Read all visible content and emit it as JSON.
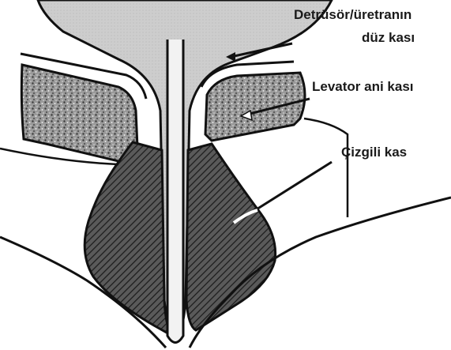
{
  "labels": {
    "detrusor_line1": "Detrüsör/üretranın",
    "detrusor_line2": "düz kası",
    "levator": "Levator ani kası",
    "striated": "Çizgili kas"
  },
  "colors": {
    "smooth_muscle_fill": "#c9c9c9",
    "levator_fill": "#8f8f8f",
    "striated_fill": "#3c3c3c",
    "urethra_lumen": "#f2f2f2",
    "outline": "#111111"
  }
}
